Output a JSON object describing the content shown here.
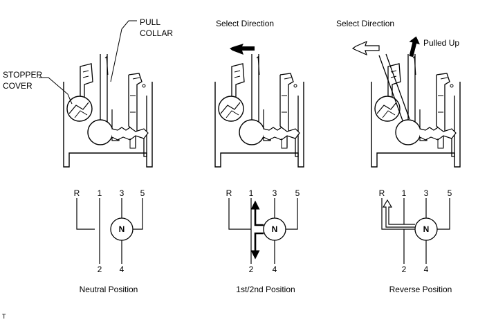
{
  "callouts": {
    "pull_collar_line1": "PULL",
    "pull_collar_line2": "COLLAR",
    "stopper_cover_line1": "STOPPER",
    "stopper_cover_line2": "COVER"
  },
  "panels": [
    {
      "top_label": "",
      "extra_label": "",
      "gates": {
        "reverse": "R",
        "first": "1",
        "third": "3",
        "fifth": "5",
        "second": "2",
        "fourth": "4",
        "neutral": "N"
      },
      "caption": "Neutral Position"
    },
    {
      "top_label": "Select Direction",
      "extra_label": "",
      "gates": {
        "reverse": "R",
        "first": "1",
        "third": "3",
        "fifth": "5",
        "second": "2",
        "fourth": "4",
        "neutral": "N"
      },
      "caption": "1st/2nd Position"
    },
    {
      "top_label": "Select Direction",
      "extra_label": "Pulled Up",
      "gates": {
        "reverse": "R",
        "first": "1",
        "third": "3",
        "fifth": "5",
        "second": "2",
        "fourth": "4",
        "neutral": "N"
      },
      "caption": "Reverse Position"
    }
  ],
  "footer_mark": "T",
  "colors": {
    "ink": "#000000",
    "paper": "#ffffff"
  }
}
